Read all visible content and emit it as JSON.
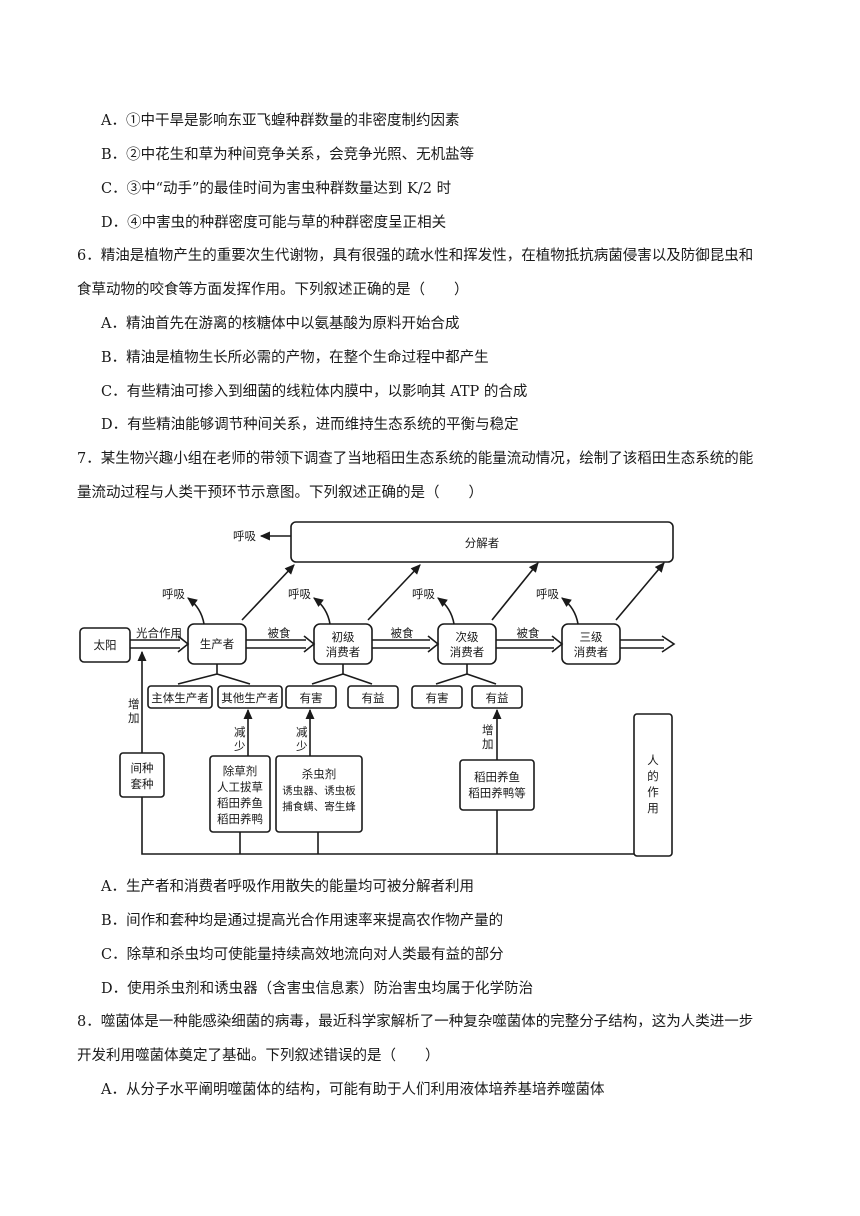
{
  "q5_options": [
    "A．①中干旱是影响东亚飞蝗种群数量的非密度制约因素",
    "B．②中花生和草为种间竞争关系，会竞争光照、无机盐等",
    "C．③中“动手”的最佳时间为害虫种群数量达到 K/2 时",
    "D．④中害虫的种群密度可能与草的种群密度呈正相关"
  ],
  "q6": {
    "stem_line1": "6．精油是植物产生的重要次生代谢物，具有很强的疏水性和挥发性，在植物抵抗病菌侵害以及防御昆虫和",
    "stem_line2": "食草动物的咬食等方面发挥作用。下列叙述正确的是（　　）",
    "options": [
      "A．精油首先在游离的核糖体中以氨基酸为原料开始合成",
      "B．精油是植物生长所必需的产物，在整个生命过程中都产生",
      "C．有些精油可掺入到细菌的线粒体内膜中，以影响其 ATP 的合成",
      "D．有些精油能够调节种间关系，进而维持生态系统的平衡与稳定"
    ]
  },
  "q7": {
    "stem_line1": "7．某生物兴趣小组在老师的带领下调查了当地稻田生态系统的能量流动情况，绘制了该稻田生态系统的能",
    "stem_line2": "量流动过程与人类干预环节示意图。下列叙述正确的是（　　）",
    "diagram": {
      "decomposer": "分解者",
      "respiration": "呼吸",
      "sun": "太阳",
      "photosynthesis": "光合作用",
      "producer": "生产者",
      "eaten": "被食",
      "primary_l1": "初级",
      "primary_l2": "消费者",
      "secondary_l1": "次级",
      "secondary_l2": "消费者",
      "tertiary_l1": "三级",
      "tertiary_l2": "消费者",
      "main_producer": "主体生产者",
      "other_producer": "其他生产者",
      "harmful": "有害",
      "beneficial": "有益",
      "increase_l1": "增",
      "increase_l2": "加",
      "decrease_l1": "减",
      "decrease_l2": "少",
      "intercrop_l1": "间种",
      "intercrop_l2": "套种",
      "herbicide_lines": [
        "除草剂",
        "人工拔草",
        "稻田养鱼",
        "稻田养鸭"
      ],
      "pesticide_lines": [
        "杀虫剂",
        "诱虫器、诱虫板",
        "捕食螨、寄生蜂"
      ],
      "fish_duck_lines": [
        "稻田养鱼",
        "稻田养鸭等"
      ],
      "human_lines": [
        "人",
        "的",
        "作",
        "用"
      ]
    },
    "options": [
      "A．生产者和消费者呼吸作用散失的能量均可被分解者利用",
      "B．间作和套种均是通过提高光合作用速率来提高农作物产量的",
      "C．除草和杀虫均可使能量持续高效地流向对人类最有益的部分",
      "D．使用杀虫剂和诱虫器（含害虫信息素）防治害虫均属于化学防治"
    ]
  },
  "q8": {
    "stem_line1": "8．噬菌体是一种能感染细菌的病毒，最近科学家解析了一种复杂噬菌体的完整分子结构，这为人类进一步",
    "stem_line2": "开发利用噬菌体奠定了基础。下列叙述错误的是（　　）",
    "options": [
      "A．从分子水平阐明噬菌体的结构，可能有助于人们利用液体培养基培养噬菌体"
    ]
  }
}
